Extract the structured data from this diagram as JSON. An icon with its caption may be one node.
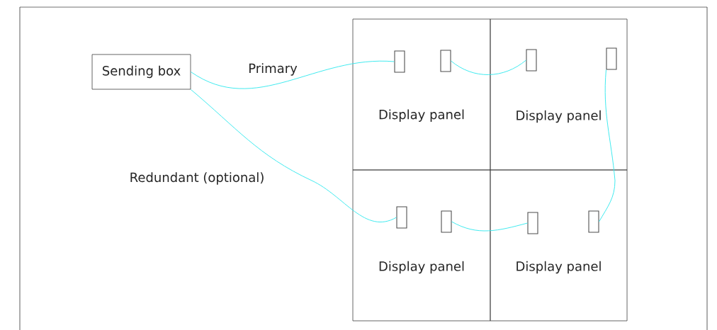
{
  "diagram": {
    "nodes": [
      {
        "text": [
          "Sending box"
        ]
      },
      {
        "text": [
          "Display panel"
        ]
      },
      {
        "text": [
          "Display panel"
        ]
      },
      {
        "text": [
          "Display panel"
        ]
      },
      {
        "text": [
          "Display panel"
        ]
      },
      {
        "text": [],
        "shape": "box",
        "in": 1
      },
      {
        "text": [],
        "shape": "box",
        "in": 1
      },
      {
        "text": [],
        "shape": "box",
        "in": 2
      },
      {
        "text": [],
        "shape": "box",
        "in": 2
      },
      {
        "text": [],
        "shape": "box",
        "in": 3
      },
      {
        "text": [],
        "shape": "box",
        "in": 3
      },
      {
        "text": [],
        "shape": "box",
        "in": 4
      },
      {
        "text": [],
        "shape": "box",
        "in": 4
      }
    ],
    "edges": [
      {
        "from": 0,
        "to": 5,
        "arrow": "none",
        "label": "Primary"
      },
      {
        "from": 0,
        "to": 9,
        "arrow": "none",
        "label": "Redundant (optional)"
      },
      {
        "from": 6,
        "to": 7,
        "arrow": "none"
      },
      {
        "from": 8,
        "to": 12,
        "arrow": "none"
      },
      {
        "from": 10,
        "to": 11,
        "arrow": "none"
      }
    ]
  }
}
